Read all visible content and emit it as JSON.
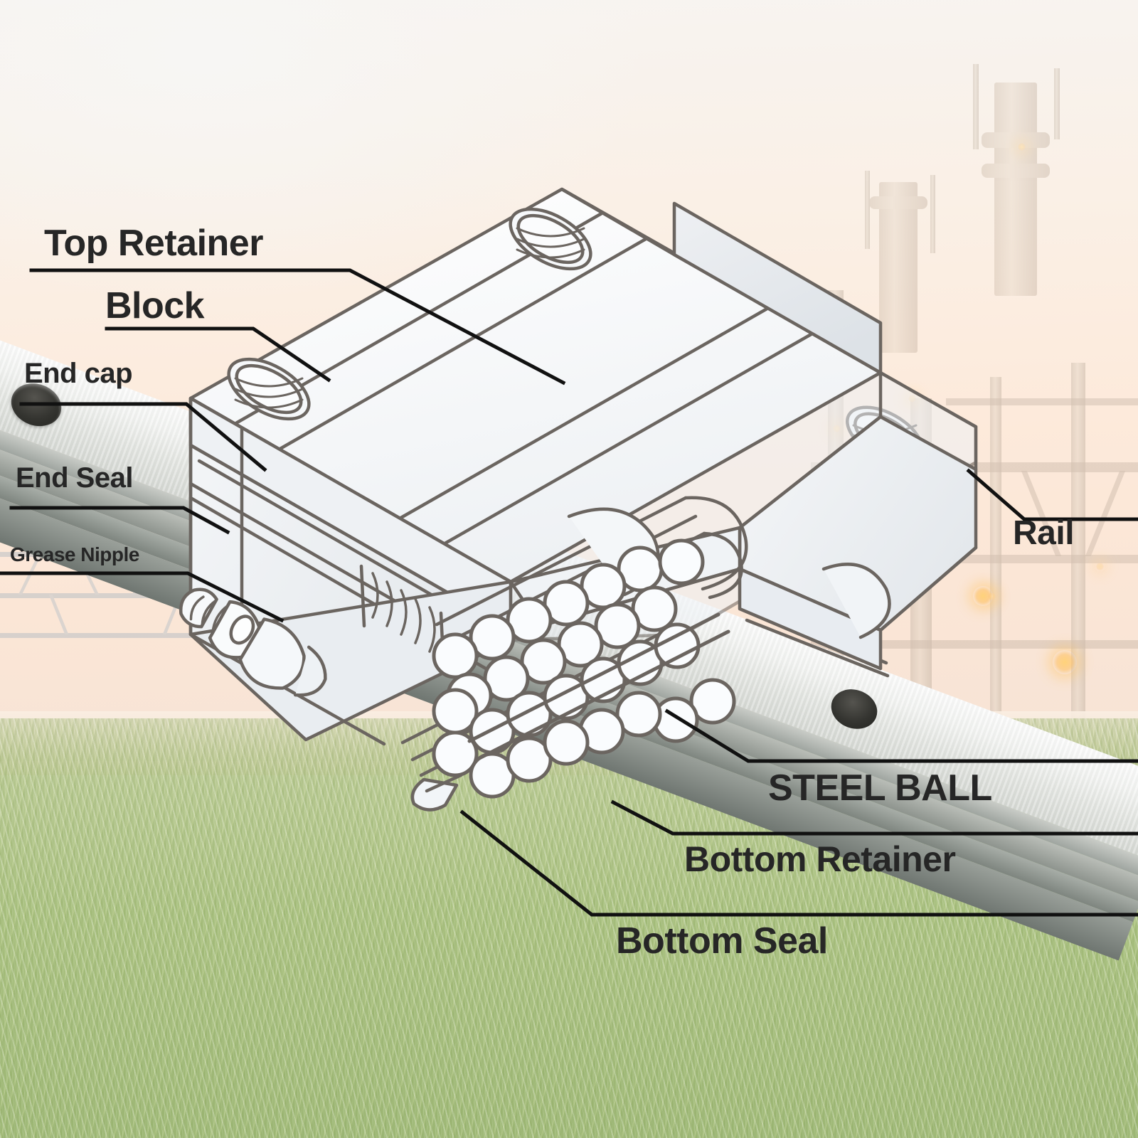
{
  "diagram": {
    "title": "Linear Guide Block Exploded Callout Diagram",
    "subject": "linear motion guide rail and carriage block",
    "line_color": "#1a1a1a",
    "drawing_stroke": "#6b6560",
    "text_color": "#262626"
  },
  "labels": {
    "top_retainer": "Top Retainer",
    "block": "Block",
    "end_cap": "End cap",
    "end_seal": "End Seal",
    "grease_nipple": "Grease Nipple",
    "rail": "Rail",
    "steel_ball": "STEEL BALL",
    "bottom_retainer": "Bottom Retainer",
    "bottom_seal": "Bottom Seal"
  },
  "background": {
    "scene": "industrial refinery at dusk with grass field foreground",
    "sky_color": "#fbe6d6",
    "grass_color": "#a6bc74",
    "rail_metal_color": "#e2e4e0"
  }
}
